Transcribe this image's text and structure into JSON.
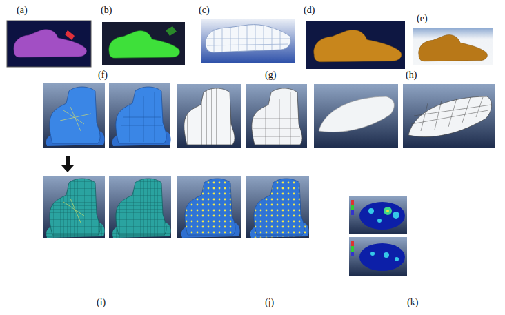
{
  "diagram": {
    "labels": [
      "(a)",
      "(b)",
      "(c)",
      "(d)",
      "(e)",
      "(f)",
      "(g)",
      "(h)",
      "(i)",
      "(j)",
      "(k)"
    ]
  }
}
